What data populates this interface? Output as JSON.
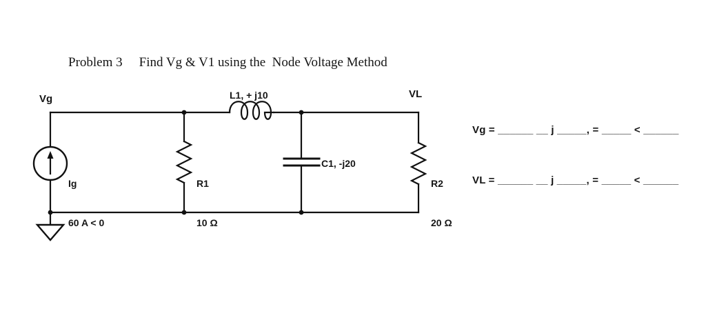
{
  "title": {
    "problem": "Problem 3",
    "task": "Find Vg & V1 using the  Node Voltage Method"
  },
  "circuit": {
    "node_labels": {
      "vg": "Vg",
      "vl": "VL"
    },
    "components": {
      "source": {
        "name": "Ig",
        "value": "60 A < 0"
      },
      "inductor": {
        "label": "L1, + j10"
      },
      "r1": {
        "name": "R1",
        "value": "10 Ω"
      },
      "c1": {
        "label": "C1, -j20"
      },
      "r2": {
        "name": "R2",
        "value": "20 Ω"
      }
    }
  },
  "answers": {
    "vg_line": "Vg = ______ __ j _____, = _____ < ______",
    "vl_line": "VL = ______ __ j _____, = _____ < ______"
  },
  "colors": {
    "ink": "#111111",
    "background": "#ffffff"
  }
}
